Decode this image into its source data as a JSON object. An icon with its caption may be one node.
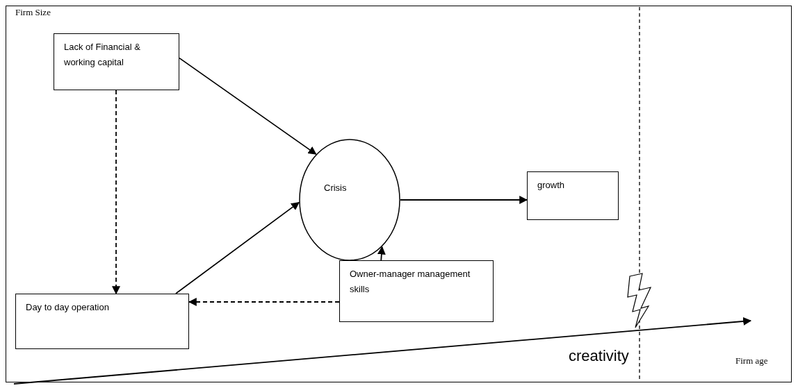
{
  "diagram": {
    "nodes": [
      {
        "text": [
          "Lack of Financial & working capital"
        ]
      },
      {
        "text": [
          "Crisis"
        ]
      },
      {
        "text": [
          "growth"
        ]
      },
      {
        "text": [
          "Owner-manager management skills"
        ]
      },
      {
        "text": [
          "Day to day operation"
        ]
      }
    ],
    "edges": [
      {
        "from": 0,
        "to": 1,
        "arrow": "to"
      },
      {
        "from": 1,
        "to": 2,
        "arrow": "to"
      },
      {
        "from": 3,
        "to": 1,
        "arrow": "to"
      },
      {
        "from": 4,
        "to": 1,
        "arrow": "to"
      },
      {
        "from": 0,
        "to": 4,
        "arrow": "to",
        "style": "dashed"
      },
      {
        "from": 3,
        "to": 4,
        "arrow": "to",
        "style": "dashed"
      }
    ],
    "labels": [
      "Firm Size",
      "creativity",
      "Firm age"
    ]
  }
}
